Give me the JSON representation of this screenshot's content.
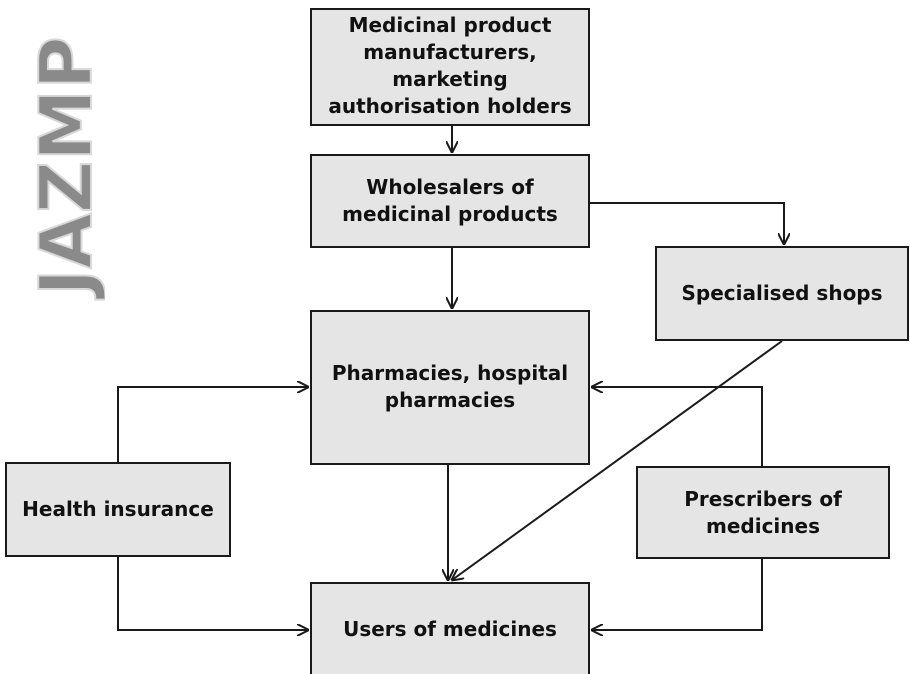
{
  "logo": {
    "text": "JAZMP",
    "fill": "#8a8a8a",
    "stroke": "#d8d8d8"
  },
  "nodes": {
    "manufacturers": "Medicinal product\nmanufacturers,\nmarketing\nauthorisation holders",
    "wholesalers": "Wholesalers of\nmedicinal products",
    "specialised_shops": "Specialised shops",
    "pharmacies": "Pharmacies, hospital\npharmacies",
    "health_insurance": "Health insurance",
    "prescribers": "Prescribers of\nmedicines",
    "users": "Users of medicines"
  },
  "edges": [
    {
      "from": "manufacturers",
      "to": "wholesalers"
    },
    {
      "from": "wholesalers",
      "to": "pharmacies"
    },
    {
      "from": "wholesalers",
      "to": "specialised_shops"
    },
    {
      "from": "specialised_shops",
      "to": "users"
    },
    {
      "from": "pharmacies",
      "to": "users"
    },
    {
      "from": "health_insurance",
      "to": "pharmacies"
    },
    {
      "from": "health_insurance",
      "to": "users"
    },
    {
      "from": "prescribers",
      "to": "pharmacies"
    },
    {
      "from": "prescribers",
      "to": "users"
    }
  ],
  "colors": {
    "box_fill": "#e5e5e5",
    "line": "#1a1a1a"
  }
}
